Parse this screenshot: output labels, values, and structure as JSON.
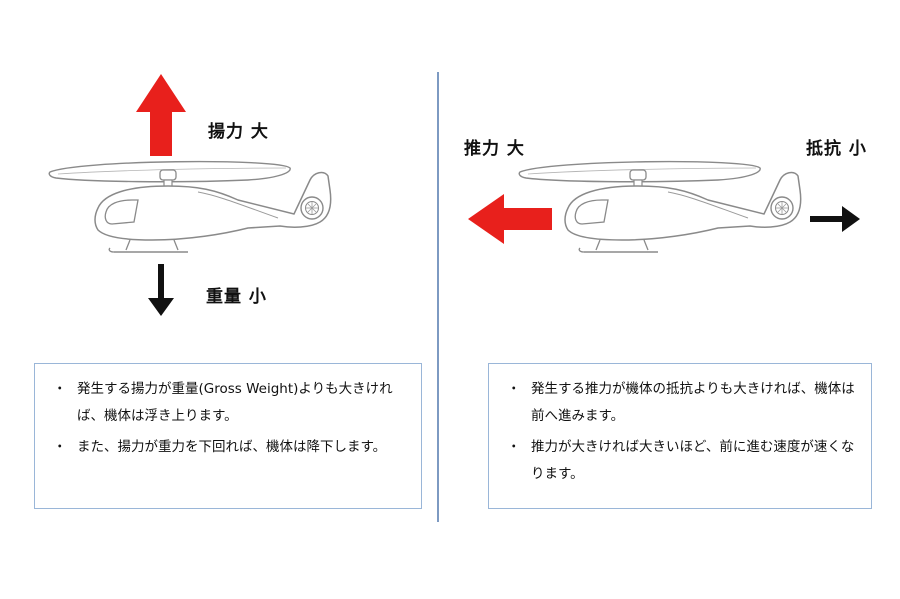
{
  "left": {
    "lift_label": "揚力  大",
    "weight_label": "重量  小",
    "bullets": [
      "発生する揚力が重量(Gross Weight)よりも大きければ、機体は浮き上ります。",
      "また、揚力が重力を下回れば、機体は降下します。"
    ],
    "colors": {
      "lift_arrow": "#e8201c",
      "weight_arrow": "#111111"
    }
  },
  "right": {
    "thrust_label": "推力  大",
    "drag_label": "抵抗  小",
    "bullets": [
      "発生する推力が機体の抵抗よりも大きければ、機体は前へ進みます。",
      "推力が大きければ大きいほど、前に進む速度が速くなります。"
    ],
    "colors": {
      "thrust_arrow": "#e8201c",
      "drag_arrow": "#111111"
    }
  },
  "bullet_mark": "・",
  "colors": {
    "divider": "#7d9ac2",
    "box_border": "#9ab6d8",
    "outline": "#8a8a8a"
  }
}
